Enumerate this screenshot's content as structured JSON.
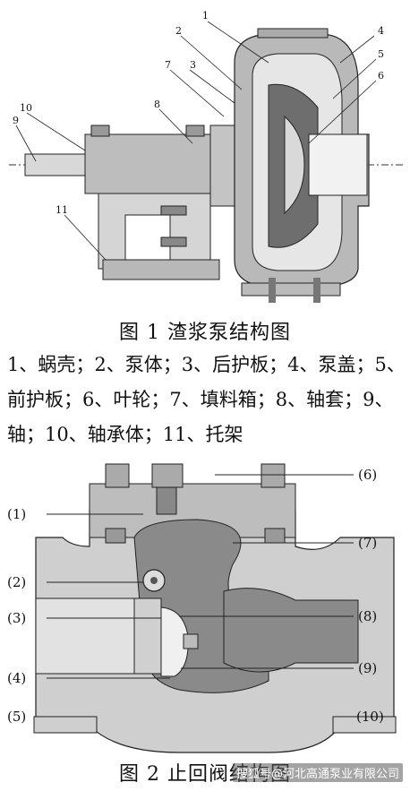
{
  "figure1": {
    "caption": "图 1  渣浆泵结构图",
    "callouts": [
      "1",
      "2",
      "3",
      "4",
      "5",
      "6",
      "7",
      "8",
      "9",
      "10",
      "11"
    ],
    "legend": [
      "1、蜗壳；",
      "2、泵体；",
      "3、后护板；",
      "4、泵盖；",
      "5、",
      "前护板；",
      "6、叶轮；",
      "7、填料箱；",
      "8、轴套；",
      "9、",
      "轴；",
      "10、轴承体；",
      "11、托架"
    ]
  },
  "figure2": {
    "caption": "图 2  止回阀结构图",
    "callouts": [
      "(1)",
      "(2)",
      "(3)",
      "(4)",
      "(5)",
      "(6)",
      "(7)",
      "(8)",
      "(9)",
      "(10)"
    ]
  },
  "watermark": "搜狐号@河北高通泵业有限公司",
  "colors": {
    "metal": "#cfcfcf",
    "dark": "#7a7a7a",
    "line": "#222222"
  }
}
